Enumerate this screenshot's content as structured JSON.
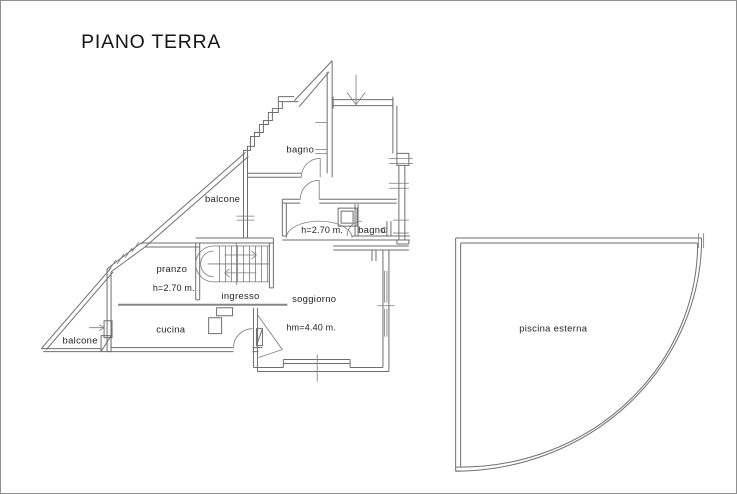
{
  "title": "PIANO TERRA",
  "colors": {
    "background": "#ffffff",
    "wall_line": "#6e6e6e",
    "text": "#1f1f1f",
    "frame_border": "#8f8f8f",
    "room_divider": "#858585"
  },
  "plan": {
    "labels": {
      "bagno_top": "bagno",
      "balcone_upper": "balcone",
      "height_central": "h=2.70 m.",
      "bagno_right": "bagno",
      "pranzo": "pranzo",
      "height_pranzo": "h=2.70 m.",
      "ingresso": "ingresso",
      "soggiorno": "soggiorno",
      "height_soggiorno": "hm=4.40 m.",
      "cucina": "cucina",
      "balcone_lower": "balcone",
      "pool": "piscina esterna"
    }
  }
}
